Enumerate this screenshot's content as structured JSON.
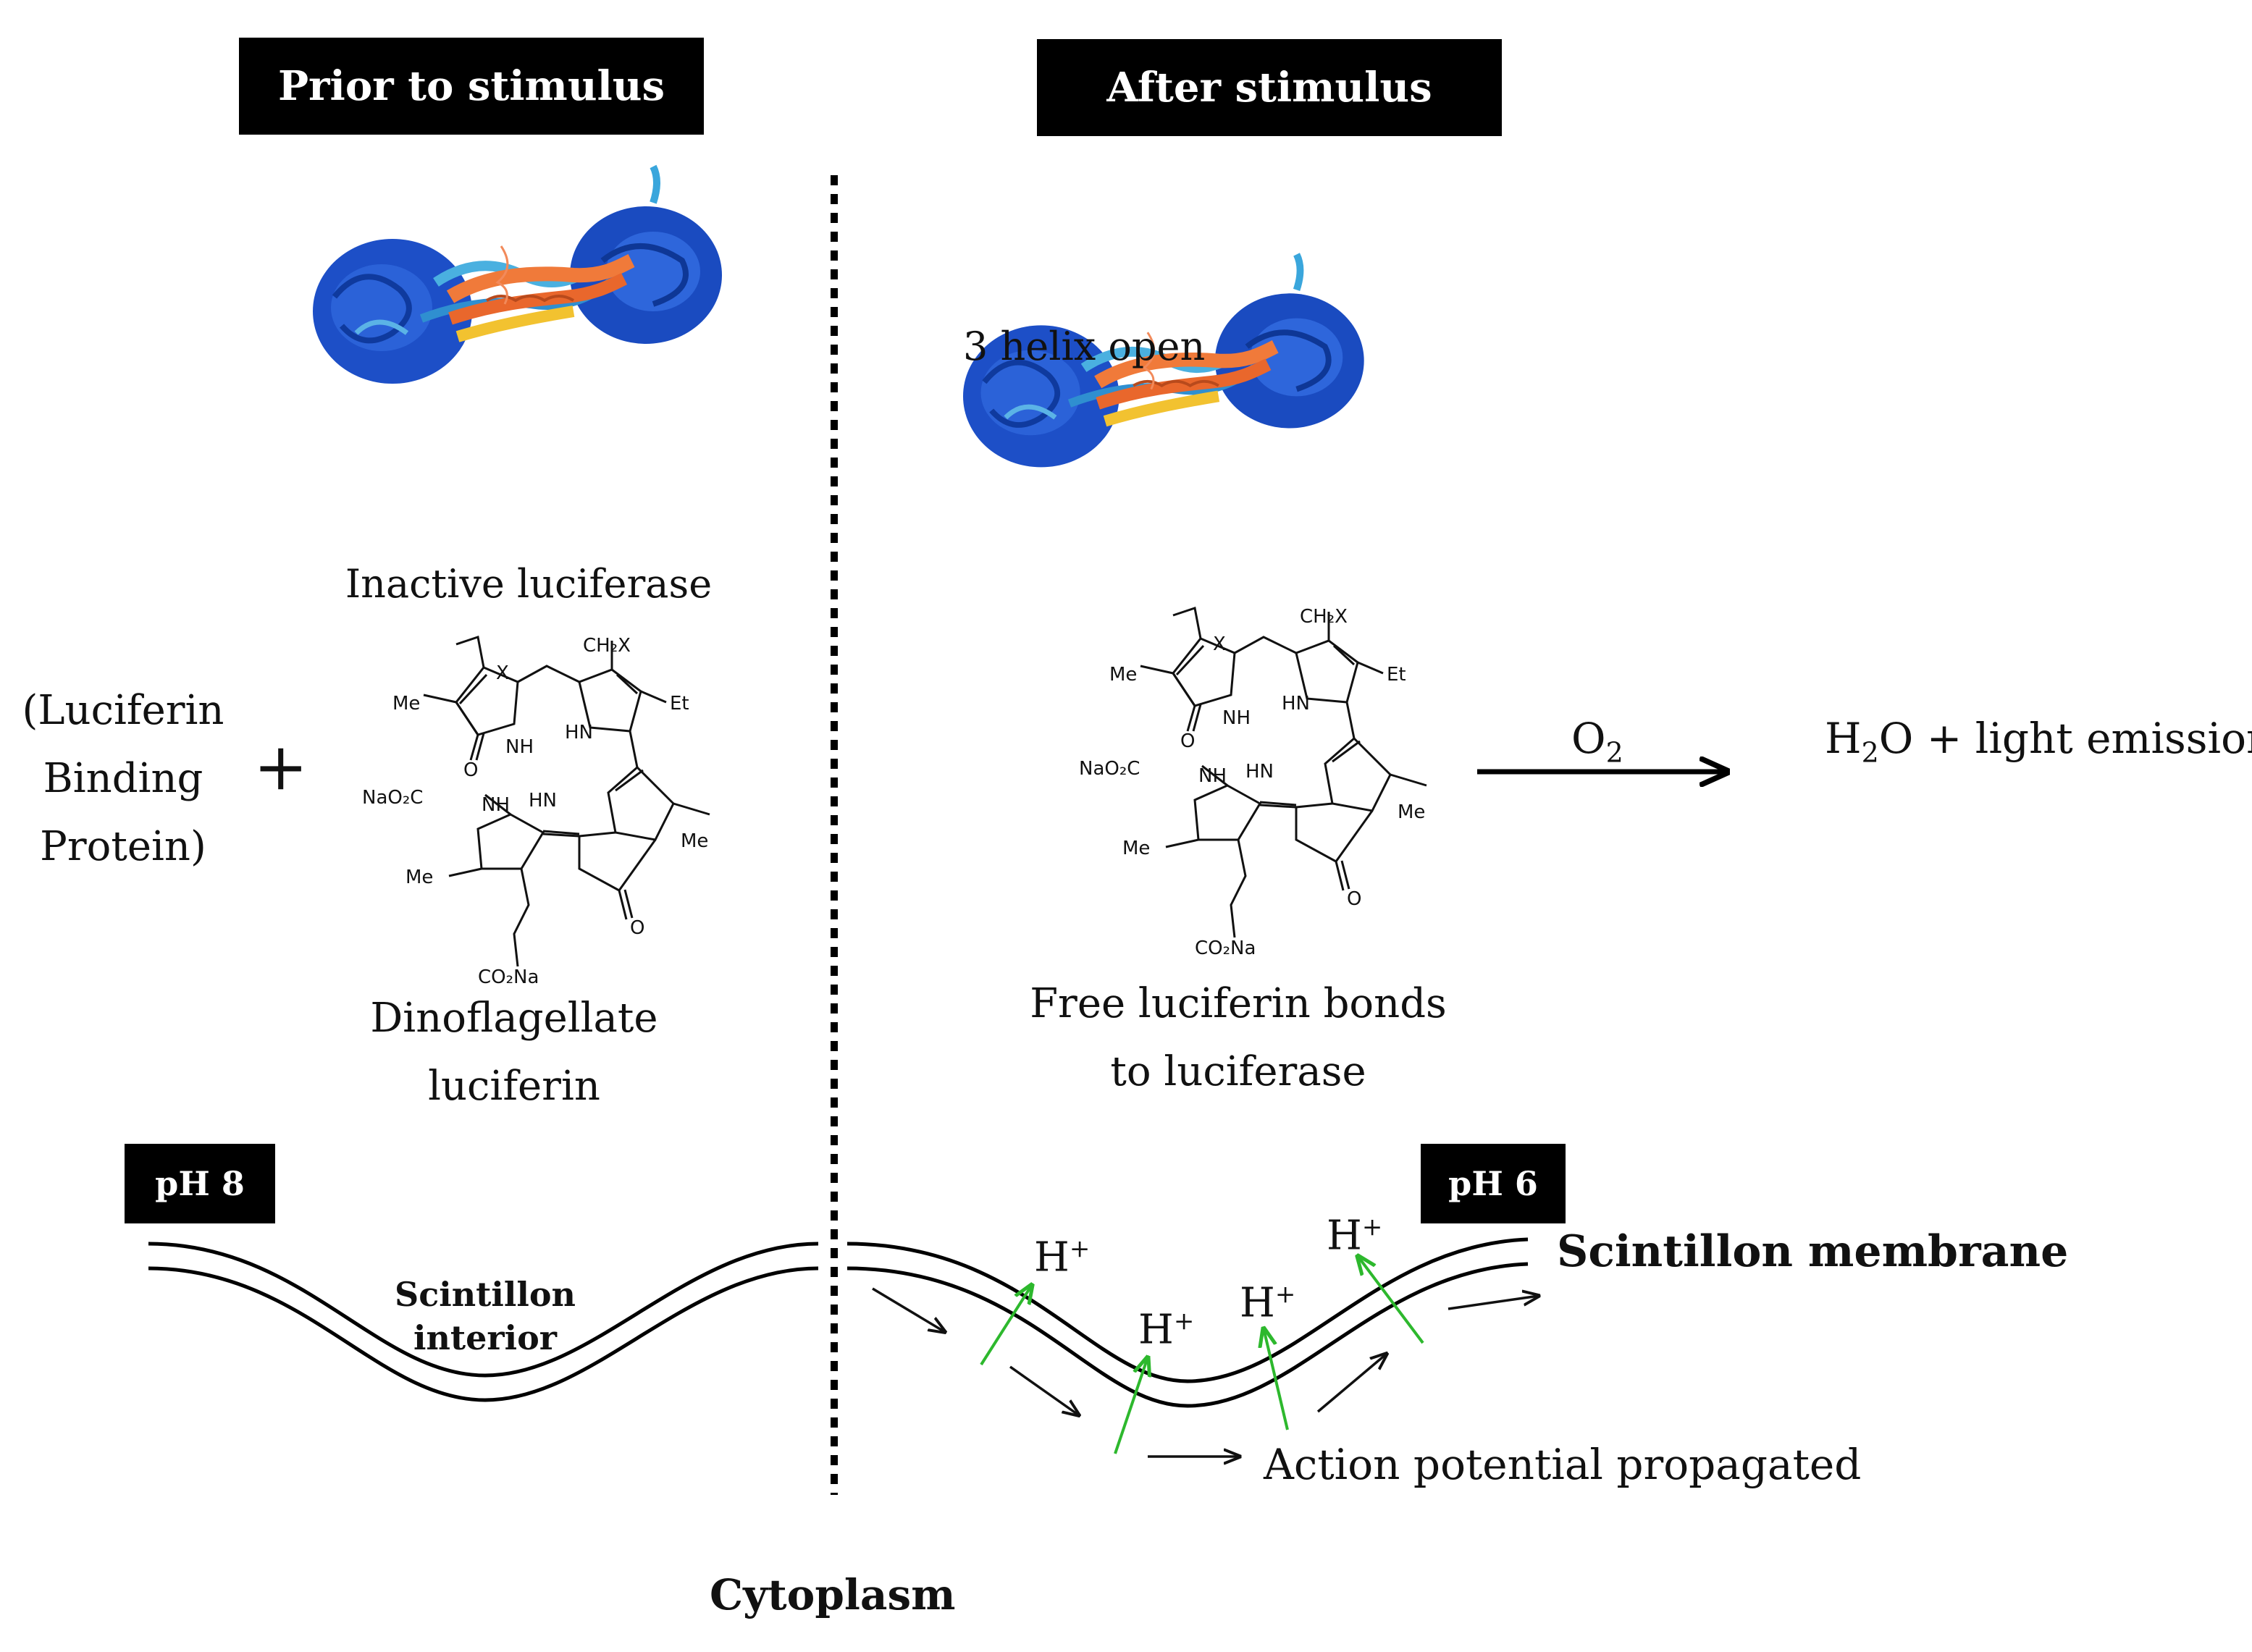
{
  "headers": {
    "prior": "Prior to stimulus",
    "after": "After stimulus"
  },
  "left_panel": {
    "protein_caption": "Inactive luciferase",
    "binding_protein_line1": "(Luciferin",
    "binding_protein_line2": "Binding",
    "binding_protein_line3": "Protein)",
    "plus": "+",
    "luciferin_line1": "Dinoflagellate",
    "luciferin_line2": "luciferin"
  },
  "right_panel": {
    "helix_label": "3 helix open",
    "bond_line1": "Free luciferin bonds",
    "bond_line2": "to luciferase",
    "reagent": "O",
    "reagent_sub": "2",
    "product_pre": "H",
    "product_sub": "2",
    "product_post": "O + light emission"
  },
  "membrane": {
    "ph_left": "pH 8",
    "ph_right": "pH 6",
    "interior_line1": "Scintillon",
    "interior_line2": "interior",
    "membrane_label": "Scintillon membrane",
    "action_potential": "Action potential propagated",
    "proton": "H",
    "proton_charge": "+",
    "cytoplasm": "Cytoplasm"
  },
  "molecule": {
    "x": "X",
    "ch2x": "CH₂X",
    "et": "Et",
    "me": "Me",
    "nh": "NH",
    "hn": "HN",
    "o": "O",
    "nao2c": "NaO₂C",
    "co2na": "CO₂Na"
  },
  "colors": {
    "header_bg": "#000000",
    "proton_arrow": "#2db82d",
    "protein_blue": "#1a4fc4",
    "protein_light": "#4ab0e0",
    "protein_orange": "#f07a3a",
    "protein_yellow": "#f2c230"
  }
}
